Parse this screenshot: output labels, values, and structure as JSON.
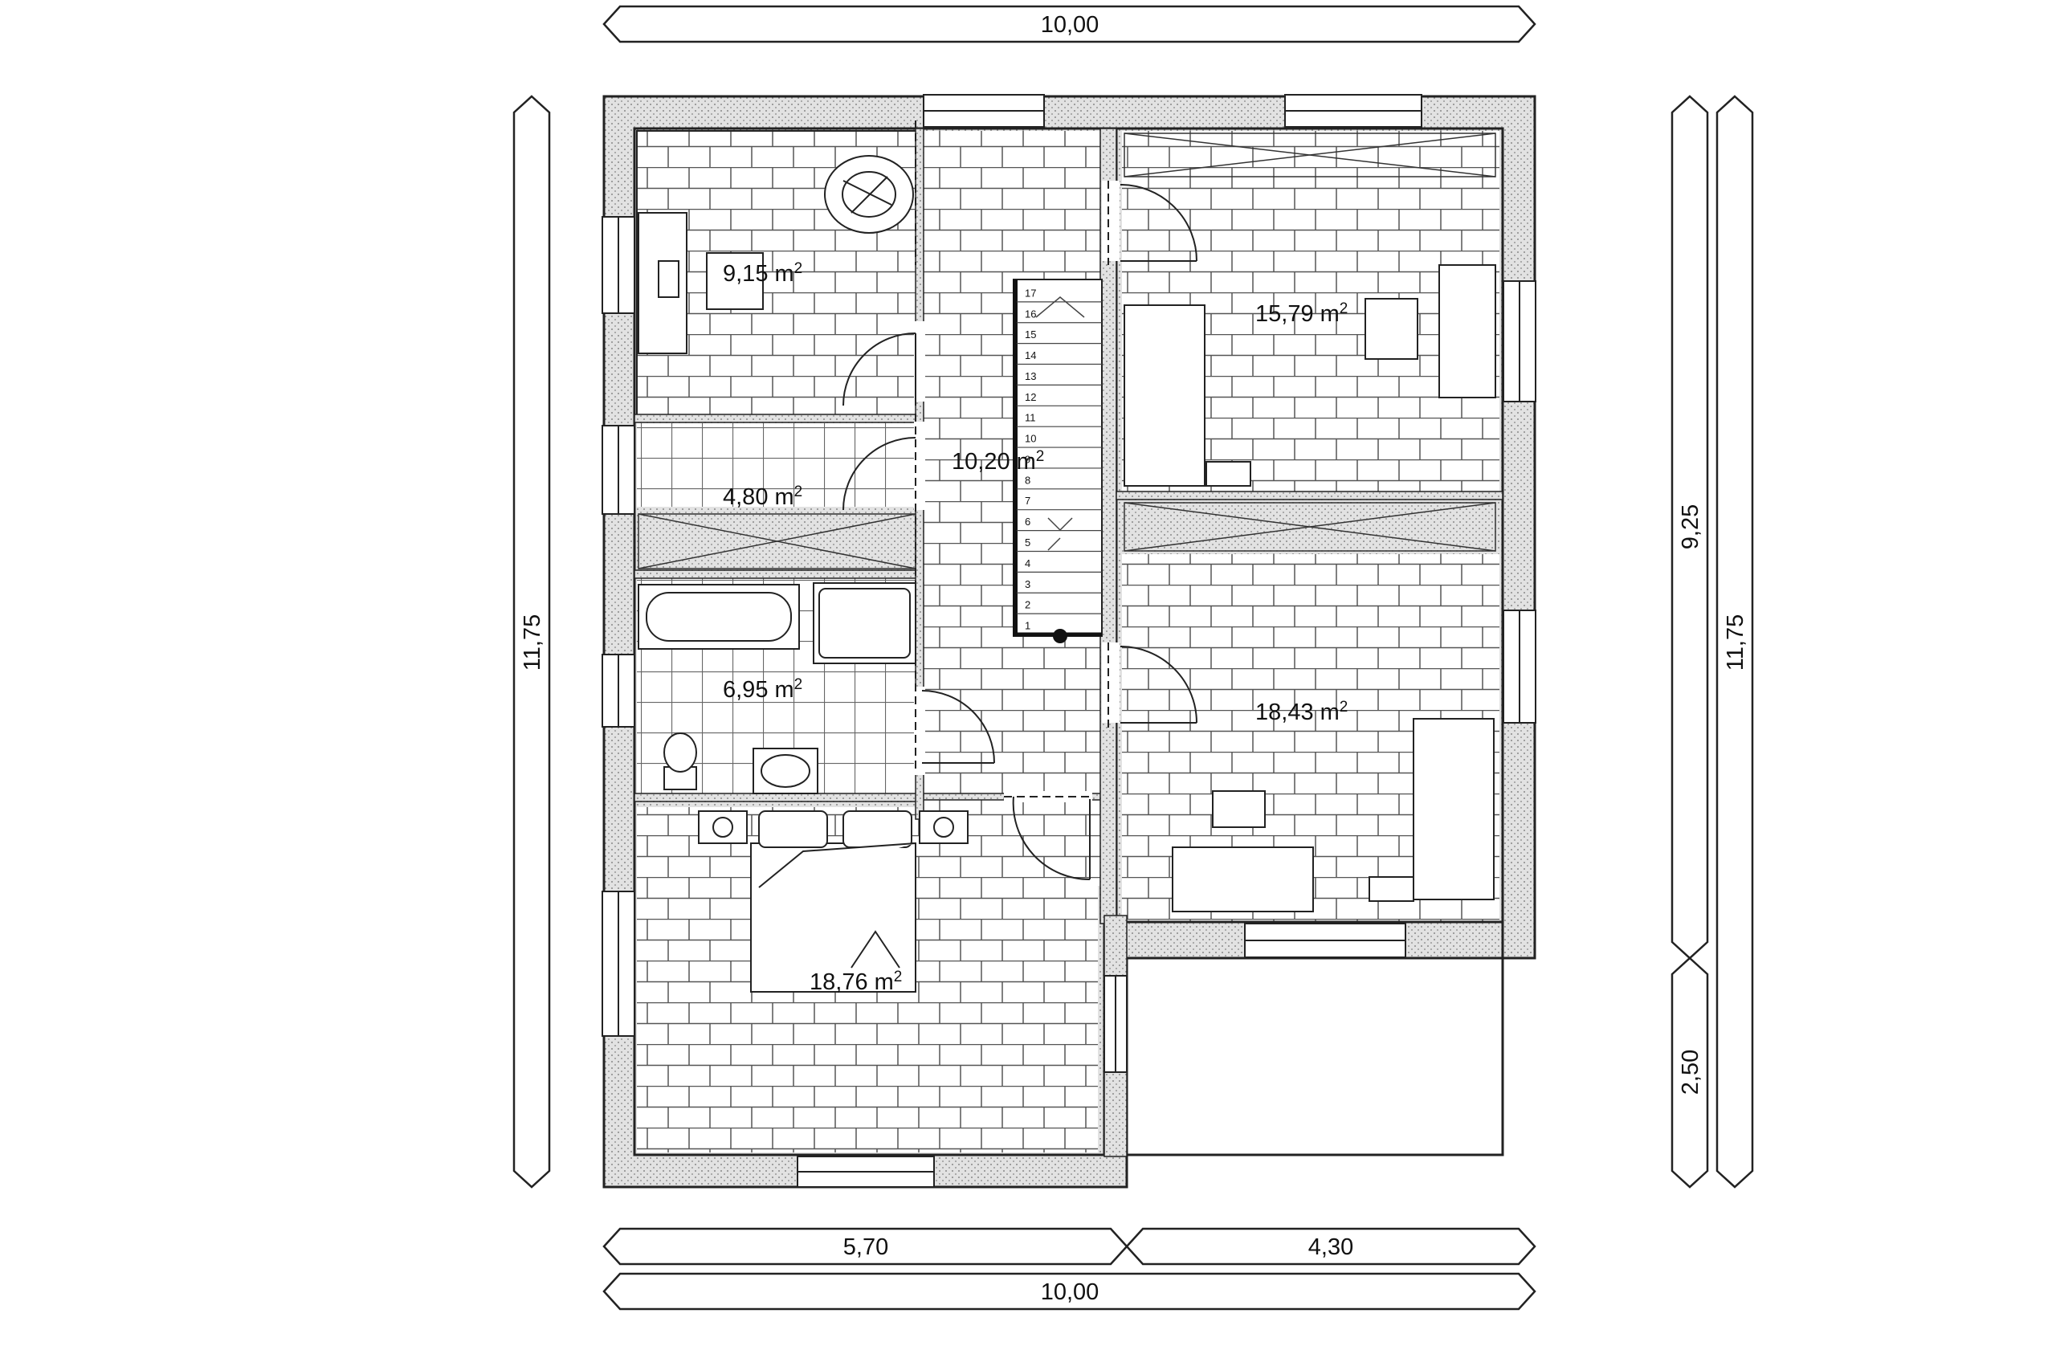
{
  "dimensions": {
    "top_width": "10,00",
    "bottom_left": "5,70",
    "bottom_right": "4,30",
    "bottom_width": "10,00",
    "left_height": "11,75",
    "right_upper": "9,25",
    "right_lower": "2,50",
    "right_total": "11,75"
  },
  "rooms": {
    "office": {
      "value": "9,15 m",
      "sup": "2"
    },
    "storage": {
      "value": "4,80 m",
      "sup": "2"
    },
    "bathroom": {
      "value": "6,95 m",
      "sup": "2"
    },
    "master_bedroom": {
      "value": "18,76 m",
      "sup": "2"
    },
    "hallway": {
      "value": "10,20 m",
      "sup": "2"
    },
    "bedroom_north": {
      "value": "15,79 m",
      "sup": "2"
    },
    "bedroom_south": {
      "value": "18,43 m",
      "sup": "2"
    }
  },
  "stairs": {
    "steps": [
      "17",
      "16",
      "15",
      "14",
      "13",
      "12",
      "11",
      "10",
      "9",
      "8",
      "7",
      "6",
      "5",
      "4",
      "3",
      "2",
      "1"
    ]
  }
}
